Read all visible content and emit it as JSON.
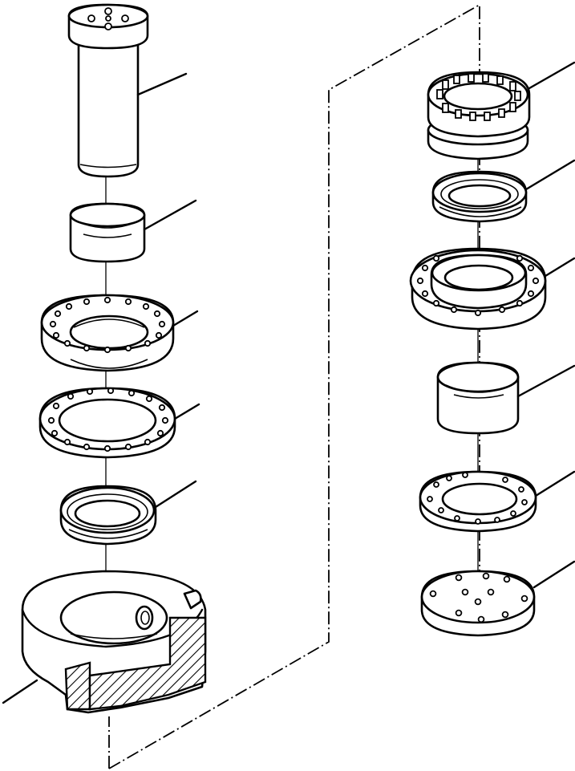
{
  "diagram": {
    "colors": {
      "line": "#000000",
      "background": "#ffffff"
    },
    "left_stack": [
      {
        "part": "pin-with-bolt-holes"
      },
      {
        "part": "bushing"
      },
      {
        "part": "bearing-housing-flange"
      },
      {
        "part": "shim-ring"
      },
      {
        "part": "seal"
      },
      {
        "part": "bracket-boss-sectioned"
      }
    ],
    "right_stack": [
      {
        "part": "roller-bearing"
      },
      {
        "part": "seal"
      },
      {
        "part": "bearing-housing-flange"
      },
      {
        "part": "bushing"
      },
      {
        "part": "retainer-ring"
      },
      {
        "part": "cover-plate"
      }
    ]
  }
}
